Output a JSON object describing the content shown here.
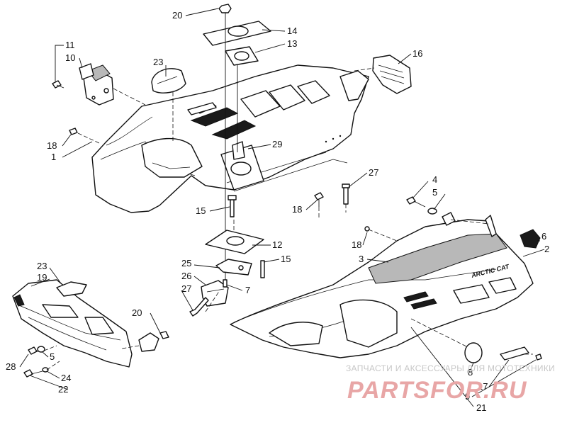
{
  "callouts": [
    {
      "id": "c20a",
      "text": "20"
    },
    {
      "id": "c14",
      "text": "14"
    },
    {
      "id": "c13",
      "text": "13"
    },
    {
      "id": "c11",
      "text": "11"
    },
    {
      "id": "c10",
      "text": "10"
    },
    {
      "id": "c23a",
      "text": "23"
    },
    {
      "id": "c16",
      "text": "16"
    },
    {
      "id": "c18a",
      "text": "18"
    },
    {
      "id": "c1",
      "text": "1"
    },
    {
      "id": "c29",
      "text": "29"
    },
    {
      "id": "c27a",
      "text": "27"
    },
    {
      "id": "c4",
      "text": "4"
    },
    {
      "id": "c5a",
      "text": "5"
    },
    {
      "id": "c15a",
      "text": "15"
    },
    {
      "id": "c18b",
      "text": "18"
    },
    {
      "id": "c6",
      "text": "6"
    },
    {
      "id": "c18c",
      "text": "18"
    },
    {
      "id": "c12",
      "text": "12"
    },
    {
      "id": "c2",
      "text": "2"
    },
    {
      "id": "c3",
      "text": "3"
    },
    {
      "id": "c15b",
      "text": "15"
    },
    {
      "id": "c25",
      "text": "25"
    },
    {
      "id": "c23b",
      "text": "23"
    },
    {
      "id": "c19",
      "text": "19"
    },
    {
      "id": "c26",
      "text": "26"
    },
    {
      "id": "c27b",
      "text": "27"
    },
    {
      "id": "c7",
      "text": "7"
    },
    {
      "id": "c20b",
      "text": "20"
    },
    {
      "id": "c28",
      "text": "28"
    },
    {
      "id": "c5b",
      "text": "5"
    },
    {
      "id": "c24",
      "text": "24"
    },
    {
      "id": "c22",
      "text": "22"
    },
    {
      "id": "c8",
      "text": "8"
    },
    {
      "id": "c17",
      "text": "17"
    },
    {
      "id": "c9",
      "text": "9"
    },
    {
      "id": "c21",
      "text": "21"
    }
  ],
  "decal_text": "ARCTIC CAT",
  "watermark": {
    "caption": "ЗАПЧАСТИ И АКСЕССУАРЫ ДЛЯ МОТОТЕХНИКИ",
    "logo": "PARTSFOR.RU"
  }
}
